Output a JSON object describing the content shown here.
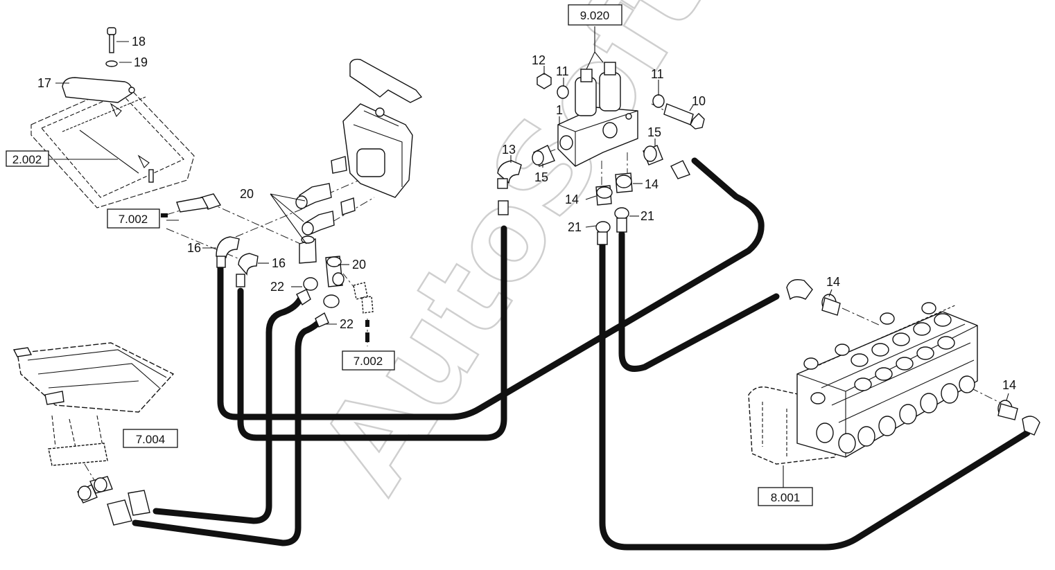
{
  "watermark": "AutoSoft",
  "part_numbers": {
    "p1": "1",
    "p10": "10",
    "p11a": "11",
    "p11b": "11",
    "p12": "12",
    "p13": "13",
    "p14a": "14",
    "p14b": "14",
    "p14c": "14",
    "p14d": "14",
    "p15a": "15",
    "p15b": "15",
    "p16a": "16",
    "p16b": "16",
    "p17": "17",
    "p18": "18",
    "p19": "19",
    "p20a": "20",
    "p20b": "20",
    "p21a": "21",
    "p21b": "21",
    "p22a": "22",
    "p22b": "22"
  },
  "references": {
    "r9020": "9.020",
    "r2002": "2.002",
    "r7002a": "7.002",
    "r7002b": "7.002",
    "r7004": "7.004",
    "r8001": "8.001"
  },
  "colors": {
    "line": "#111111",
    "watermark": "#cfcfcf",
    "background": "#ffffff"
  }
}
